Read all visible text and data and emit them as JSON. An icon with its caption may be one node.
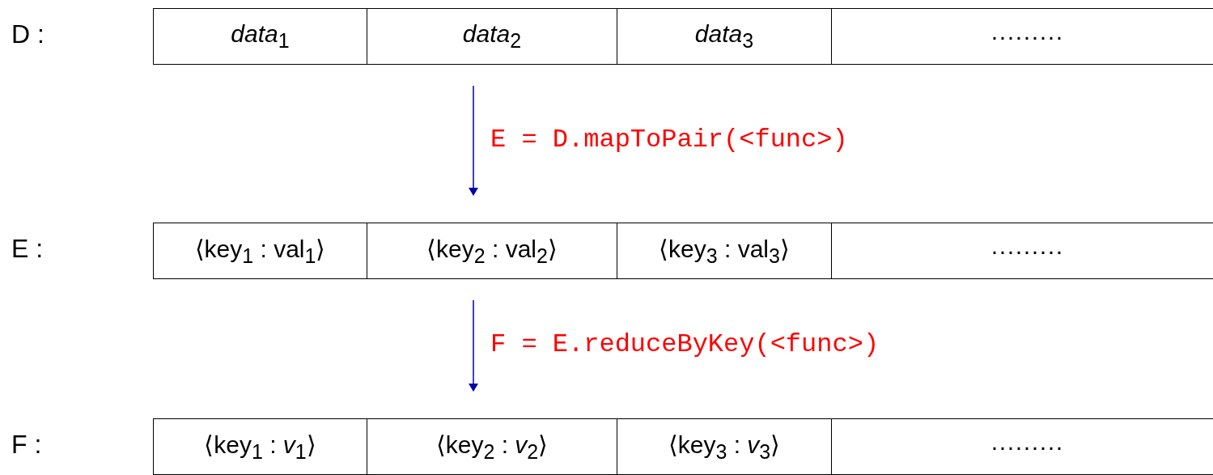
{
  "diagram": {
    "nodes": [
      {
        "text": [
          "D :"
        ]
      },
      {
        "text": [
          "*data*$_{1}$"
        ],
        "in": 0
      },
      {
        "text": [
          "*data*$_{2}$"
        ],
        "in": 0
      },
      {
        "text": [
          "*data*$_{3}$"
        ],
        "in": 0
      },
      {
        "text": [
          "·········"
        ],
        "in": 0
      },
      {
        "text": [
          "E :"
        ]
      },
      {
        "text": [
          "⟨key$_{1}$ : val$_{1}$⟩"
        ],
        "in": 5
      },
      {
        "text": [
          "⟨key$_{2}$ : val$_{2}$⟩"
        ],
        "in": 5
      },
      {
        "text": [
          "⟨key$_{3}$ : val$_{3}$⟩"
        ],
        "in": 5
      },
      {
        "text": [
          "·········"
        ],
        "in": 5
      },
      {
        "text": [
          "F :"
        ]
      },
      {
        "text": [
          "⟨key$_{1}$ : *v*$_{1}$⟩"
        ],
        "in": 10
      },
      {
        "text": [
          "⟨key$_{2}$ : *v*$_{2}$⟩"
        ],
        "in": 10
      },
      {
        "text": [
          "⟨key$_{3}$ : *v*$_{3}$⟩"
        ],
        "in": 10
      },
      {
        "text": [
          "·········"
        ],
        "in": 10
      }
    ],
    "edges": [
      {
        "from": 0,
        "to": 5,
        "arrow": "to",
        "label": "E = D.mapToPair(<func>)"
      },
      {
        "from": 5,
        "to": 10,
        "arrow": "to",
        "label": "F = E.reduceByKey(<func>)"
      }
    ]
  }
}
